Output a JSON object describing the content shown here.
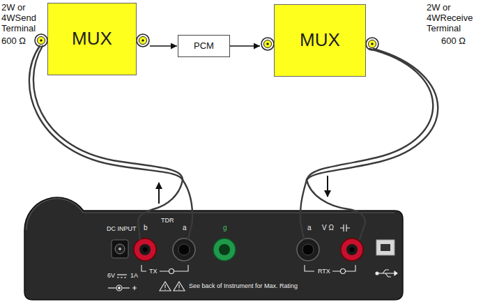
{
  "diagram": {
    "nodes": [
      {
        "text": [
          "MUX"
        ]
      },
      {
        "text": [
          "PCM"
        ]
      },
      {
        "text": [
          "MUX"
        ]
      }
    ],
    "edges": [
      {
        "from": 0,
        "to": 1,
        "arrow": "to"
      },
      {
        "from": 1,
        "to": 2,
        "arrow": "to"
      }
    ],
    "labels": [
      "2W or 4WSend Terminal",
      "600 Ω",
      "2W or 4WReceive Terminal",
      "600 Ω",
      "DC INPUT",
      "b",
      "TDR",
      "a",
      "g",
      "a",
      "V Ω",
      "6V",
      "1A",
      "TX",
      "RTX",
      "See back of Instrument for Max. Rating"
    ]
  }
}
